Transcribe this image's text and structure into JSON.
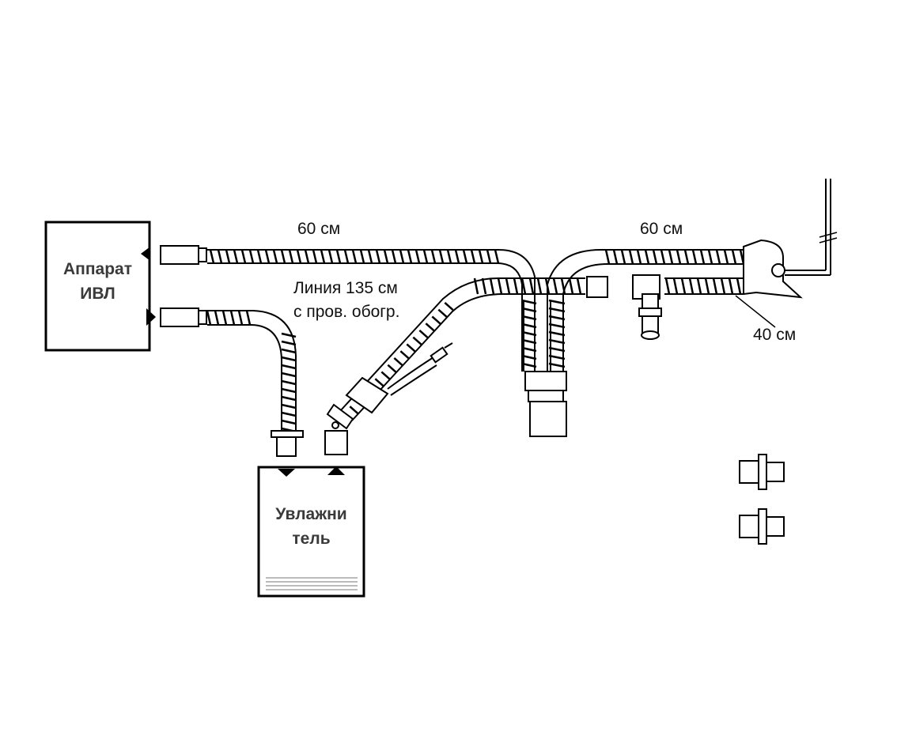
{
  "ventilator": {
    "line1": "Аппарат",
    "line2": "ИВЛ"
  },
  "humidifier": {
    "line1": "Увлажни",
    "line2": "тель"
  },
  "labels": {
    "inspiratory_top": "60 см",
    "expiratory_top": "60 см",
    "heated_line_1": "Линия 135 см",
    "heated_line_2": "с пров. обогр.",
    "patient_limb": "40 см"
  }
}
